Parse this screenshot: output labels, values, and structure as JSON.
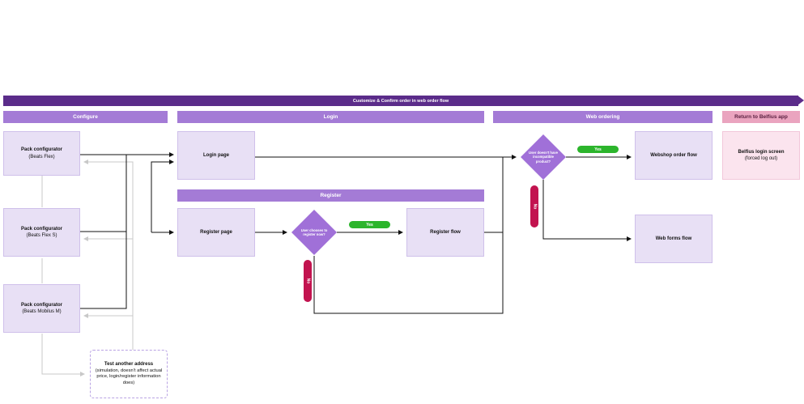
{
  "banner": {
    "label": "Customize & Confirm order in web order flow"
  },
  "stages": {
    "configure": "Configure",
    "login": "Login",
    "web_ordering": "Web ordering",
    "return": "Return to Belfius app",
    "register": "Register"
  },
  "configure": {
    "items": [
      {
        "title": "Pack configurator",
        "subtitle": "(Beats Flex)"
      },
      {
        "title": "Pack configurator",
        "subtitle": "(Beats Flex S)"
      },
      {
        "title": "Pack configurator",
        "subtitle": "(Beats Mobilus M)"
      }
    ],
    "test_address": {
      "title": "Test another address",
      "desc": "(simulation, doesn't affect actual price, login/register information does)"
    }
  },
  "login": {
    "login_page": "Login page"
  },
  "register": {
    "register_page": "Register page",
    "decision": "User chooses to register now?",
    "yes": "Yes",
    "no": "No",
    "register_flow": "Register flow"
  },
  "web_ordering": {
    "decision": "User doesn't have incompatible product?",
    "yes": "Yes",
    "no": "No",
    "webshop_flow": "Webshop order flow",
    "webforms_flow": "Web forms flow"
  },
  "return_app": {
    "title": "Belfius login screen",
    "subtitle": "(forced log out)"
  },
  "colors": {
    "banner": "#5b2c8a",
    "stage": "#a47bd6",
    "stage_return": "#eaa4bf",
    "box": "#e8e0f5",
    "box_return": "#fbe4ee",
    "decision": "#a070d8",
    "yes": "#2cb52c",
    "no": "#c2134f"
  }
}
